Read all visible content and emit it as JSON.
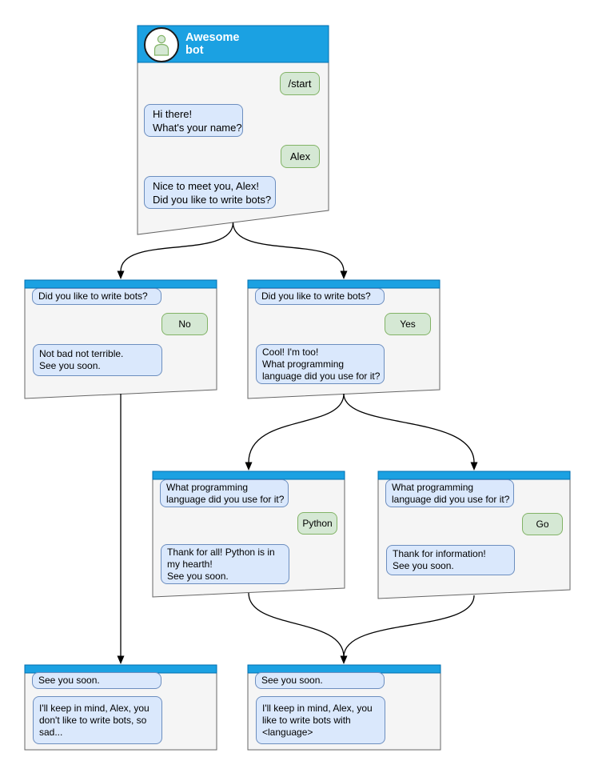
{
  "diagram_type": "telegram-bot-conversation-flowchart",
  "colors": {
    "header_blue": "#1ba1e2",
    "header_border": "#006eaf",
    "window_fill": "#f5f5f5",
    "window_border": "#666666",
    "bot_bubble_fill": "#dae8fc",
    "bot_bubble_border": "#6c8ebf",
    "user_bubble_fill": "#d5e8d4",
    "user_bubble_border": "#82b366",
    "arrow": "#000000",
    "title_text": "#ffffff"
  },
  "nodes": {
    "root": {
      "title": "Awesome bot",
      "messages": [
        {
          "from": "user",
          "text": "/start"
        },
        {
          "from": "bot",
          "text": "Hi there!\nWhat's your name?"
        },
        {
          "from": "user",
          "text": "Alex"
        },
        {
          "from": "bot",
          "text": "Nice to meet you, Alex!\nDid you like to write bots?"
        }
      ]
    },
    "branch_no": {
      "messages": [
        {
          "from": "bot",
          "text": "Did you like to write bots?"
        },
        {
          "from": "user",
          "text": "No"
        },
        {
          "from": "bot",
          "text": "Not bad not terrible.\nSee you soon."
        }
      ]
    },
    "branch_yes": {
      "messages": [
        {
          "from": "bot",
          "text": "Did you like to write bots?"
        },
        {
          "from": "user",
          "text": "Yes"
        },
        {
          "from": "bot",
          "text": "Cool! I'm too!\nWhat programming\nlanguage did you use for it?"
        }
      ]
    },
    "lang_python": {
      "messages": [
        {
          "from": "bot",
          "text": "What programming\nlanguage did you use for it?"
        },
        {
          "from": "user",
          "text": "Python"
        },
        {
          "from": "bot",
          "text": "Thank for all! Python is in\nmy hearth!\nSee you soon."
        }
      ]
    },
    "lang_go": {
      "messages": [
        {
          "from": "bot",
          "text": "What programming\nlanguage did you use for it?"
        },
        {
          "from": "user",
          "text": "Go"
        },
        {
          "from": "bot",
          "text": "Thank for information!\nSee you soon."
        }
      ]
    },
    "end_no": {
      "messages": [
        {
          "from": "bot",
          "text": "See you soon."
        },
        {
          "from": "bot",
          "text": "I'll keep in mind, Alex, you\ndon't like to write bots, so\nsad..."
        }
      ]
    },
    "end_yes": {
      "messages": [
        {
          "from": "bot",
          "text": "See you soon."
        },
        {
          "from": "bot",
          "text": "I'll keep in mind, Alex, you\nlike to write bots with\n<language>"
        }
      ]
    }
  },
  "edges": [
    {
      "from": "root",
      "to": "branch_no"
    },
    {
      "from": "root",
      "to": "branch_yes"
    },
    {
      "from": "branch_no",
      "to": "end_no"
    },
    {
      "from": "branch_yes",
      "to": "lang_python"
    },
    {
      "from": "branch_yes",
      "to": "lang_go"
    },
    {
      "from": "lang_python",
      "to": "end_yes"
    },
    {
      "from": "lang_go",
      "to": "end_yes"
    }
  ]
}
